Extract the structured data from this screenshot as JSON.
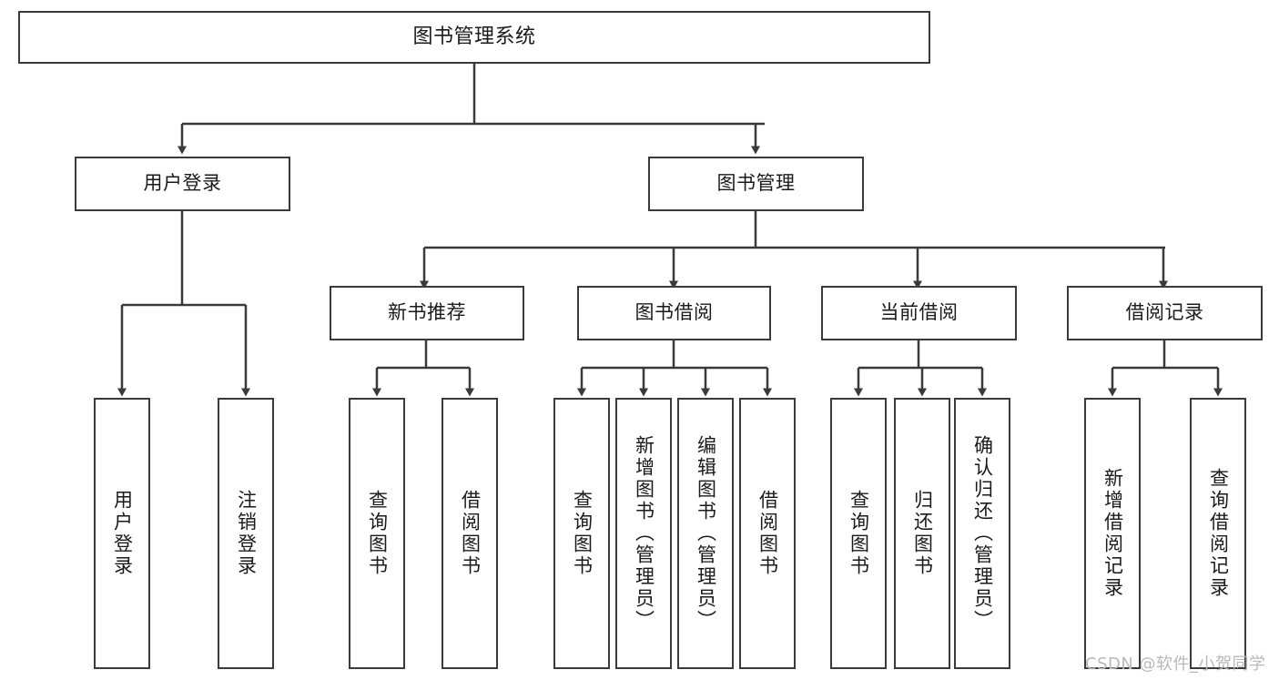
{
  "diagram": {
    "title": "图书管理系统",
    "type": "tree-hierarchy",
    "root": {
      "label": "图书管理系统"
    },
    "level1": [
      {
        "label": "用户登录"
      },
      {
        "label": "图书管理"
      }
    ],
    "level2": [
      {
        "label": "新书推荐",
        "parent": "图书管理"
      },
      {
        "label": "图书借阅",
        "parent": "图书管理"
      },
      {
        "label": "当前借阅",
        "parent": "图书管理"
      },
      {
        "label": "借阅记录",
        "parent": "图书管理"
      }
    ],
    "leaves": {
      "user_login": [
        {
          "label": "用户登录"
        },
        {
          "label": "注销登录"
        }
      ],
      "new_book": [
        {
          "label": "查询图书"
        },
        {
          "label": "借阅图书"
        }
      ],
      "borrow_book": [
        {
          "label": "查询图书"
        },
        {
          "label": "新增图书（管理员）"
        },
        {
          "label": "编辑图书（管理员）"
        },
        {
          "label": "借阅图书"
        }
      ],
      "current_borrow": [
        {
          "label": "查询图书"
        },
        {
          "label": "归还图书"
        },
        {
          "label": "确认归还（管理员）"
        }
      ],
      "borrow_record": [
        {
          "label": "新增借阅记录"
        },
        {
          "label": "查询借阅记录"
        }
      ]
    }
  },
  "watermark": {
    "text": "CSDN @软件_小贺同学"
  },
  "colors": {
    "stroke": "#3a3a3a",
    "fill": "#ffffff",
    "text": "#1a1a1a",
    "watermark": "#b8b8b8"
  }
}
